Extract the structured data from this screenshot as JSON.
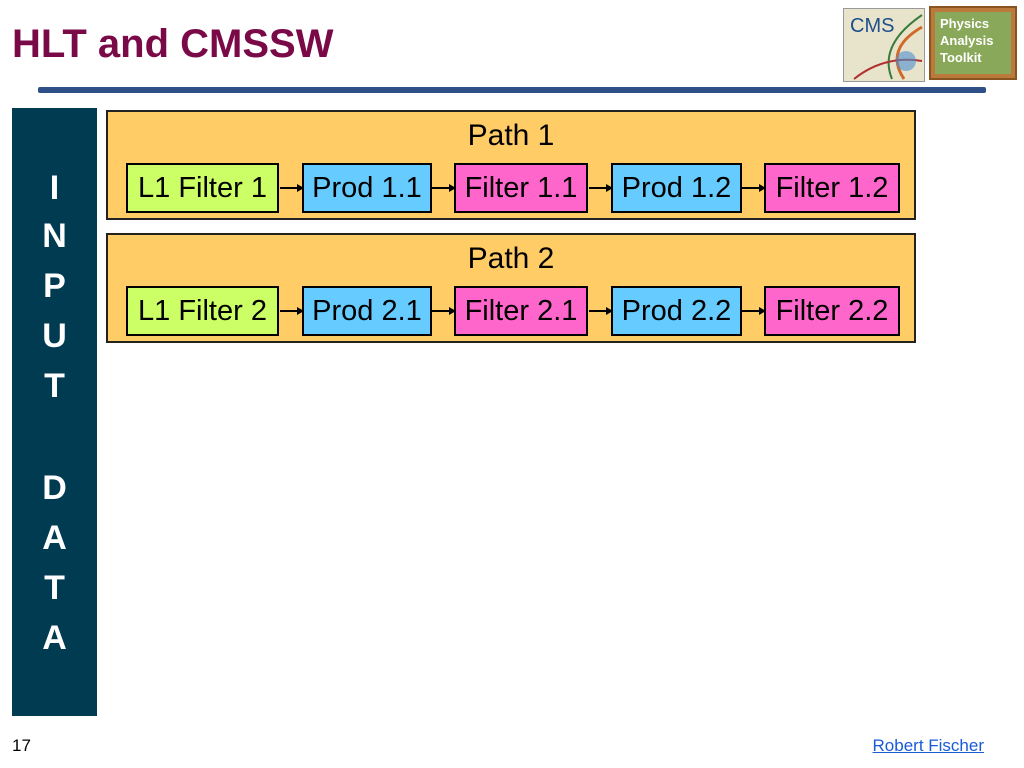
{
  "slide": {
    "title": "HLT and CMSSW",
    "page_number": "17",
    "author": "Robert Fischer"
  },
  "logos": {
    "cms": "CMS",
    "pat": [
      "Physics",
      "Analysis",
      "Toolkit"
    ]
  },
  "input_label": [
    "I",
    "N",
    "P",
    "U",
    "T",
    "D",
    "A",
    "T",
    "A"
  ],
  "paths": [
    {
      "title": "Path 1",
      "modules": [
        "L1 Filter 1",
        "Prod 1.1",
        "Filter 1.1",
        "Prod 1.2",
        "Filter 1.2"
      ]
    },
    {
      "title": "Path 2",
      "modules": [
        "L1 Filter 2",
        "Prod 2.1",
        "Filter 2.1",
        "Prod 2.2",
        "Filter 2.2"
      ]
    }
  ],
  "colors": {
    "title": "#7a0a47",
    "input_panel": "#003b52",
    "path_bg": "#ffcc66",
    "l1_filter": "#ccff66",
    "producer": "#66ccff",
    "filter": "#ff66cc"
  }
}
